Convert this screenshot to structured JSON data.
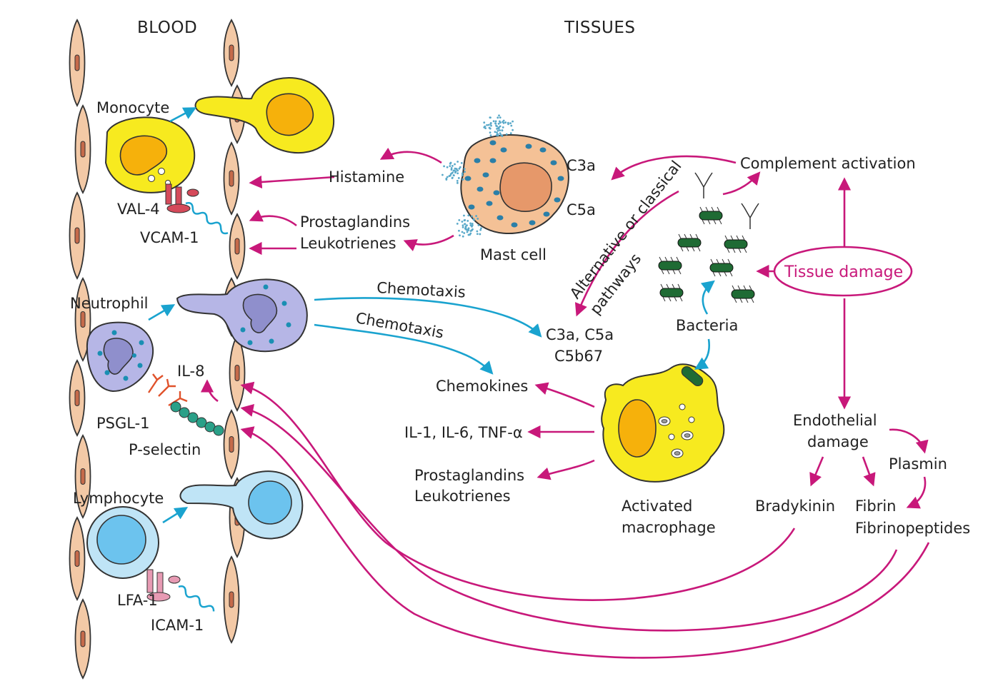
{
  "headers": {
    "blood": "BLOOD",
    "tissues": "TISSUES"
  },
  "cells": {
    "monocyte": "Monocyte",
    "neutrophil": "Neutrophil",
    "lymphocyte": "Lymphocyte",
    "mast_cell": "Mast cell",
    "bacteria": "Bacteria",
    "activated_macrophage_1": "Activated",
    "activated_macrophage_2": "macrophage"
  },
  "receptors": {
    "val4": "VAL-4",
    "vcam1": "VCAM-1",
    "il8": "IL-8",
    "psgl1": "PSGL-1",
    "pselectin": "P-selectin",
    "lfa1": "LFA-1",
    "icam1": "ICAM-1"
  },
  "mediators": {
    "histamine": "Histamine",
    "prostaglandins_top": "Prostaglandins",
    "leukotrienes_top": "Leukotrienes",
    "c3a": "C3a",
    "c5a": "C5a",
    "complement_activation": "Complement activation",
    "alt_pathways_1": "Alternative or classical",
    "alt_pathways_2": "pathways",
    "tissue_damage": "Tissue damage",
    "chemotaxis_1": "Chemotaxis",
    "chemotaxis_2": "Chemotaxis",
    "c3a_c5a": "C3a, C5a",
    "c5b67": "C5b67",
    "chemokines": "Chemokines",
    "il_cytokines": "IL-1, IL-6, TNF-α",
    "prostaglandins_bottom": "Prostaglandins",
    "leukotrienes_bottom": "Leukotrienes",
    "endothelial_1": "Endothelial",
    "endothelial_2": "damage",
    "plasmin": "Plasmin",
    "bradykinin": "Bradykinin",
    "fibrin": "Fibrin",
    "fibrinopeptides": "Fibrinopeptides"
  },
  "colors": {
    "magenta_arrow": "#c8187a",
    "cyan_arrow": "#1aa3cf",
    "endothelium": "#f3c9a6",
    "monocyte": "#f7ea1f",
    "neutrophil": "#b6b6e6",
    "lymphocyte": "#bfe4f6",
    "mast_cell": "#f4c196",
    "bacteria": "#1f6b34"
  }
}
